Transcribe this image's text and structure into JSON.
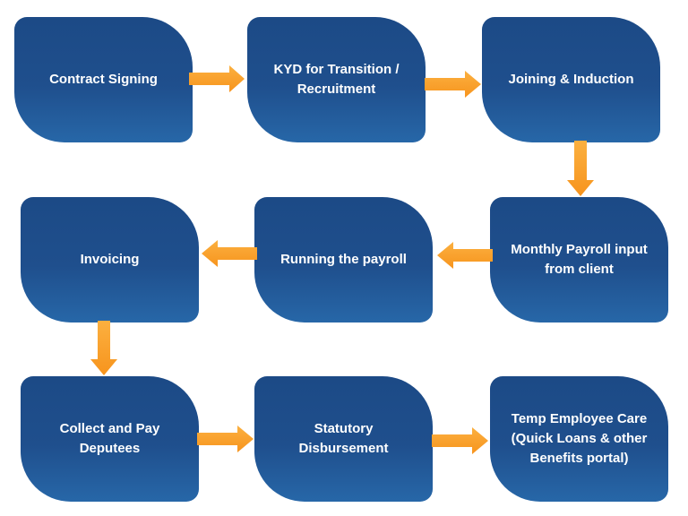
{
  "steps": [
    {
      "label": "Contract Signing"
    },
    {
      "label": "KYD for Transition /\nRecruitment"
    },
    {
      "label": "Joining & Induction"
    },
    {
      "label": "Monthly Payroll input\nfrom client"
    },
    {
      "label": "Running the payroll"
    },
    {
      "label": "Invoicing"
    },
    {
      "label": "Collect and Pay\nDeputees"
    },
    {
      "label": "Statutory\nDisbursement"
    },
    {
      "label": "Temp Employee Care\n(Quick Loans & other\nBenefits portal)"
    }
  ],
  "colors": {
    "box": "#1f4f8d",
    "arrow": "#f7941d"
  }
}
